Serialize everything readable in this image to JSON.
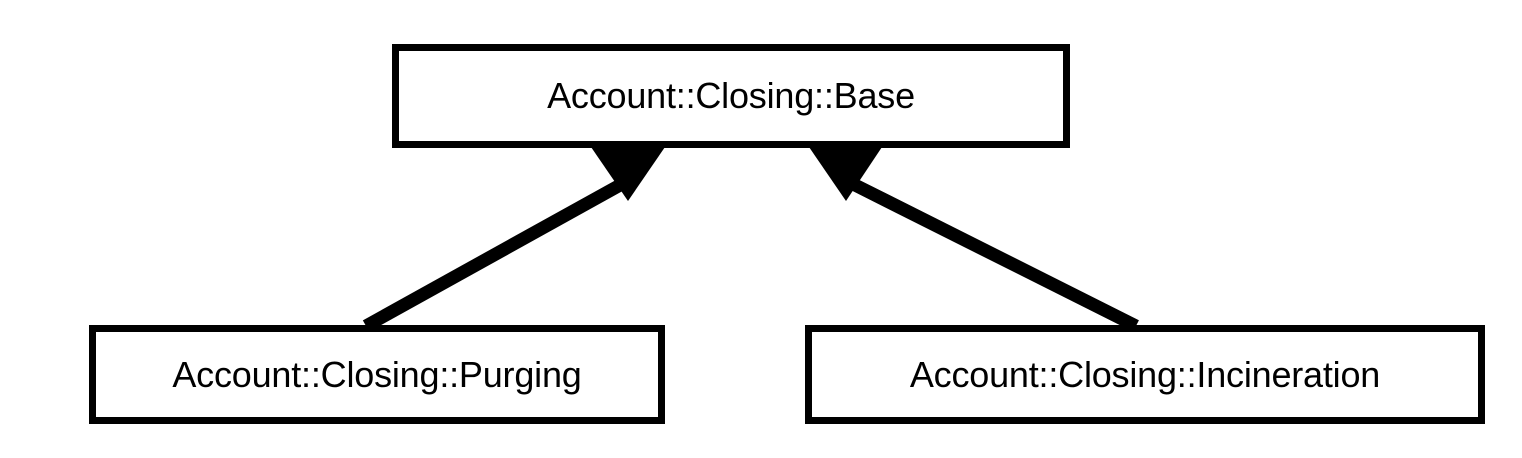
{
  "diagram": {
    "type": "class-hierarchy",
    "background_color": "#ffffff",
    "line_color": "#000000",
    "text_color": "#000000",
    "nodes": [
      {
        "id": "base",
        "label": "Account::Closing::Base",
        "role": "superclass"
      },
      {
        "id": "purging",
        "label": "Account::Closing::Purging",
        "role": "subclass"
      },
      {
        "id": "incineration",
        "label": "Account::Closing::Incineration",
        "role": "subclass"
      }
    ],
    "edges": [
      {
        "id": "purging-to-base",
        "from": "purging",
        "to": "base",
        "relationship": "generalization",
        "arrowhead": "solid-filled-triangle",
        "style": "solid"
      },
      {
        "id": "incineration-to-base",
        "from": "incineration",
        "to": "base",
        "relationship": "generalization",
        "arrowhead": "solid-filled-triangle",
        "style": "solid"
      }
    ]
  }
}
